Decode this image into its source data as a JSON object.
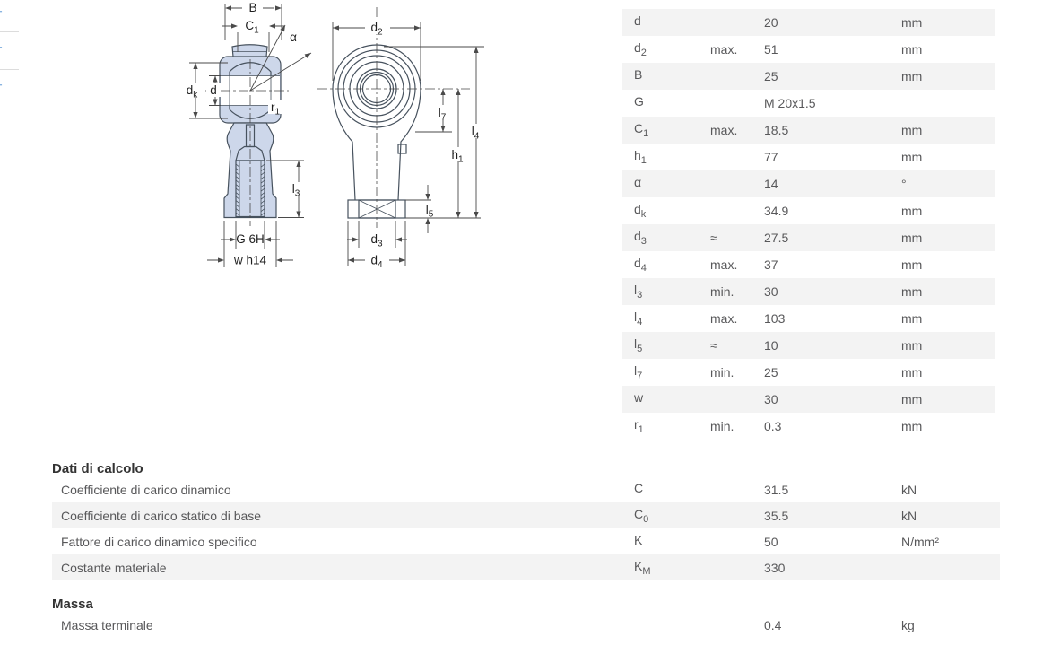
{
  "colors": {
    "drawing_fill": "#cdd7ea",
    "drawing_stroke": "#47525e",
    "dimension_line": "#4a4a4a",
    "row_shade": "#f3f3f3",
    "table_text": "#58585a",
    "heading_text": "#333333",
    "expander_blue": "#8ab4e0",
    "divider_gray": "#dcdcdc"
  },
  "edge": {
    "expander_glyph": "+"
  },
  "drawing": {
    "labels": {
      "b": "B",
      "c1b": "C",
      "c1s": "1",
      "alpha": "α",
      "dkb": "d",
      "dks": "k",
      "d": "d",
      "r1b": "r",
      "r1s": "1",
      "l3b": "l",
      "l3s": "3",
      "g": "G 6H",
      "w": "w h14",
      "d2b": "d",
      "d2s": "2",
      "l7b": "l",
      "l7s": "7",
      "l4b": "l",
      "l4s": "4",
      "h1b": "h",
      "h1s": "1",
      "l5b": "l",
      "l5s": "5",
      "d3b": "d",
      "d3s": "3",
      "d4b": "d",
      "d4s": "4"
    }
  },
  "dimensions": {
    "rows": [
      {
        "sym": "d",
        "sub": "",
        "qual": "",
        "val": "20",
        "unit": "mm"
      },
      {
        "sym": "d",
        "sub": "2",
        "qual": "max.",
        "val": "51",
        "unit": "mm"
      },
      {
        "sym": "B",
        "sub": "",
        "qual": "",
        "val": "25",
        "unit": "mm"
      },
      {
        "sym": "G",
        "sub": "",
        "qual": "",
        "val": "M 20x1.5",
        "unit": ""
      },
      {
        "sym": "C",
        "sub": "1",
        "qual": "max.",
        "val": "18.5",
        "unit": "mm"
      },
      {
        "sym": "h",
        "sub": "1",
        "qual": "",
        "val": "77",
        "unit": "mm"
      },
      {
        "sym": "α",
        "sub": "",
        "qual": "",
        "val": "14",
        "unit": "°"
      },
      {
        "sym": "d",
        "sub": "k",
        "qual": "",
        "val": "34.9",
        "unit": "mm"
      },
      {
        "sym": "d",
        "sub": "3",
        "qual": "≈",
        "val": "27.5",
        "unit": "mm"
      },
      {
        "sym": "d",
        "sub": "4",
        "qual": "max.",
        "val": "37",
        "unit": "mm"
      },
      {
        "sym": "l",
        "sub": "3",
        "qual": "min.",
        "val": "30",
        "unit": "mm"
      },
      {
        "sym": "l",
        "sub": "4",
        "qual": "max.",
        "val": "103",
        "unit": "mm"
      },
      {
        "sym": "l",
        "sub": "5",
        "qual": "≈",
        "val": "10",
        "unit": "mm"
      },
      {
        "sym": "l",
        "sub": "7",
        "qual": "min.",
        "val": "25",
        "unit": "mm"
      },
      {
        "sym": "w",
        "sub": "",
        "qual": "",
        "val": "30",
        "unit": "mm"
      },
      {
        "sym": "r",
        "sub": "1",
        "qual": "min.",
        "val": "0.3",
        "unit": "mm"
      }
    ]
  },
  "calc": {
    "title": "Dati di calcolo",
    "rows": [
      {
        "label": "Coefficiente di carico dinamico",
        "sym": "C",
        "sub": "",
        "val": "31.5",
        "unit": "kN"
      },
      {
        "label": "Coefficiente di carico statico di base",
        "sym": "C",
        "sub": "0",
        "val": "35.5",
        "unit": "kN"
      },
      {
        "label": "Fattore di carico dinamico specifico",
        "sym": "K",
        "sub": "",
        "val": "50",
        "unit": "N/mm²"
      },
      {
        "label": "Costante materiale",
        "sym": "K",
        "sub": "M",
        "val": "330",
        "unit": ""
      }
    ]
  },
  "mass": {
    "title": "Massa",
    "rows": [
      {
        "label": "Massa terminale",
        "sym": "",
        "sub": "",
        "val": "0.4",
        "unit": "kg"
      }
    ]
  }
}
